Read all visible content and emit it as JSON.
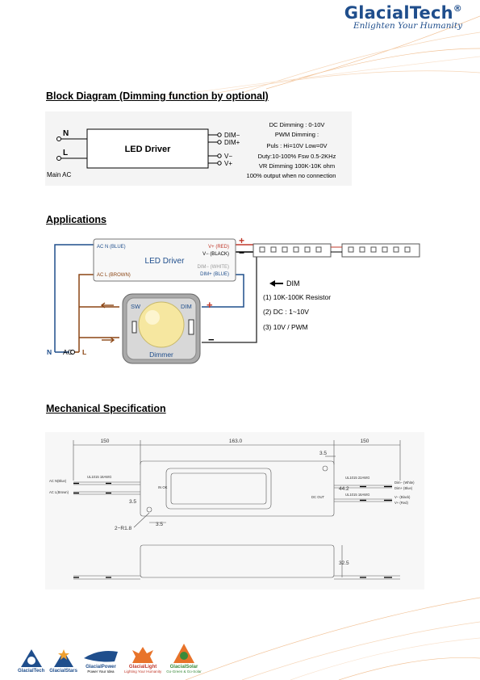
{
  "brand": {
    "name": "GlacialTech",
    "registered": "®",
    "tagline": "Enlighten Your Humanity"
  },
  "sections": {
    "block_diagram": "Block Diagram (Dimming function by optional)",
    "applications": "Applications",
    "mechanical": "Mechanical Specification"
  },
  "block": {
    "driver_label": "LED Driver",
    "n": "N",
    "l": "L",
    "main_ac": "Main AC",
    "pins": [
      "DIM−",
      "DIM+",
      "V−",
      "V+"
    ],
    "notes": [
      "DC Dimming : 0-10V",
      "PWM Dimming :",
      "Puls : Hi=10V   Low=0V",
      "Duty:10-100%   Fsw 0.5-2KHz",
      "VR Dimming 100K-10K  ohm",
      "100% output when no connection"
    ]
  },
  "app": {
    "driver_label": "LED Driver",
    "ac_n": "AC  N (BLUE)",
    "ac_l": "AC  L (BROWN)",
    "vplus": "V+ (RED)",
    "vminus": "V−  (BLACK)",
    "dim_minus": "DIM−  (WHITE)",
    "dim_plus": "DIM+  (BLUE)",
    "plus": "+",
    "minus": "−",
    "sw": "SW",
    "dim": "DIM",
    "dimmer": "Dimmer",
    "n": "N",
    "ac": "AC",
    "l": "L",
    "dim_title": "DIM",
    "options": [
      "(1)  10K-100K Resistor",
      "(2)  DC : 1~10V",
      "(3)  10V / PWM"
    ]
  },
  "mech": {
    "dim_left": "150",
    "dim_mid": "163.0",
    "dim_right": "150",
    "d35a": "3.5",
    "d442": "44.2",
    "d35b": "3.5",
    "d35c": "3.5",
    "r18": "2−R1.8",
    "d325": "32.5",
    "ul_left": "UL1015 18AWG",
    "ul_right_top": "UL1015 22AWG",
    "ul_right_bot": "UL1015 18AWG",
    "ac_n": "AC  N(Blue)",
    "ac_l": "AC  L(Brown)",
    "dim_white": "Dim−  (White)",
    "dim_blue": "Dim+  (Blue)",
    "v_black": "V−  (Black)",
    "v_red": "V+  (Red)",
    "in_label": "IN OK",
    "out_label": "DC OUT"
  },
  "footer": {
    "logos": [
      "GlacialTech",
      "GlacialStars",
      "GlacialPower",
      "GlacialLight",
      "GlacialSolar"
    ],
    "power_sub": "Power Your Idea",
    "light_sub": "Lighting Your Humanity",
    "solar_sub": "Go-Green & Go-Solar"
  }
}
